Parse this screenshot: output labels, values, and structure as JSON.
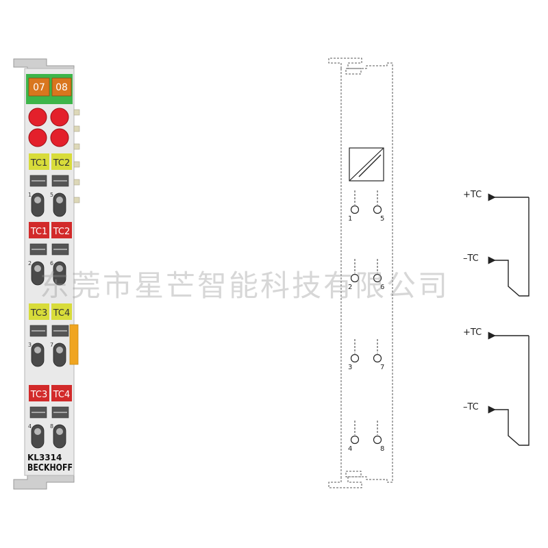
{
  "module": {
    "channels_top": [
      "07",
      "08"
    ],
    "group_labels": [
      "TC1",
      "TC2",
      "TC1",
      "TC2",
      "TC3",
      "TC4",
      "TC3",
      "TC4"
    ],
    "terminal_numbers": [
      "1",
      "5",
      "2",
      "6",
      "3",
      "7",
      "4",
      "8"
    ],
    "model": "KL3314",
    "brand": "BECKHOFF",
    "colors": {
      "green": "#3db54a",
      "orange": "#d9761e",
      "led": "#e3202b",
      "yellow": "#d8dc3a",
      "red": "#d22a2a",
      "body": "#e9e9e9"
    }
  },
  "diagram": {
    "contacts": [
      {
        "label": "1"
      },
      {
        "label": "5"
      },
      {
        "label": "2"
      },
      {
        "label": "6"
      },
      {
        "label": "3"
      },
      {
        "label": "7"
      },
      {
        "label": "4"
      },
      {
        "label": "8"
      }
    ],
    "tc_labels": [
      "+TC",
      "–TC",
      "+TC",
      "–TC"
    ],
    "converter_icon": "signal-converter-icon"
  },
  "watermark": "东莞市星芒智能科技有限公司"
}
